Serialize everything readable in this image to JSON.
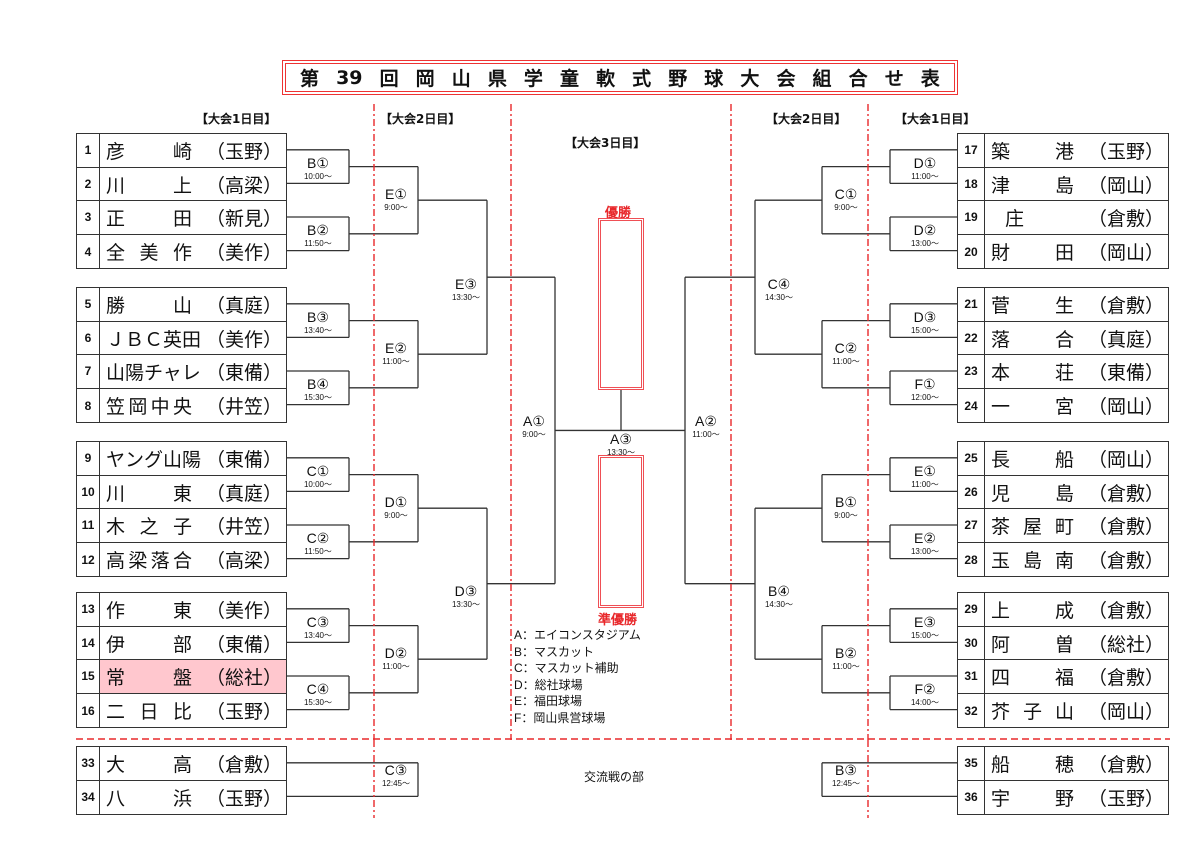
{
  "title_chars": [
    "第",
    "39",
    "回",
    "岡",
    "山",
    "県",
    "学",
    "童",
    "軟",
    "式",
    "野",
    "球",
    "大",
    "会",
    "組",
    "合",
    "せ",
    "表"
  ],
  "day_labels": {
    "left_day1": "【大会1日目】",
    "left_day2": "【大会2日目】",
    "center_day3": "【大会3日目】",
    "right_day2": "【大会2日目】",
    "right_day1": "【大会1日目】"
  },
  "prizes": {
    "champion": "優勝",
    "runner_up": "準優勝"
  },
  "teams_left": [
    {
      "no": "1",
      "name": [
        "彦",
        "崎"
      ],
      "area": "（玉野）"
    },
    {
      "no": "2",
      "name": [
        "川",
        "上"
      ],
      "area": "（高梁）"
    },
    {
      "no": "3",
      "name": [
        "正",
        "田"
      ],
      "area": "（新見）"
    },
    {
      "no": "4",
      "name": [
        "全",
        "美",
        "作"
      ],
      "area": "（美作）"
    },
    {
      "no": "5",
      "name": [
        "勝",
        "山"
      ],
      "area": "（真庭）"
    },
    {
      "no": "6",
      "name": [
        "Ｊ",
        "Ｂ",
        "Ｃ",
        "英田"
      ],
      "area": "（美作）"
    },
    {
      "no": "7",
      "name": [
        "山陽チャレ"
      ],
      "area": "（東備）"
    },
    {
      "no": "8",
      "name": [
        "笠",
        "岡",
        "中",
        "央"
      ],
      "area": "（井笠）"
    },
    {
      "no": "9",
      "name": [
        "ヤング山陽"
      ],
      "area": "（東備）"
    },
    {
      "no": "10",
      "name": [
        "川",
        "東"
      ],
      "area": "（真庭）"
    },
    {
      "no": "11",
      "name": [
        "木",
        "之",
        "子"
      ],
      "area": "（井笠）"
    },
    {
      "no": "12",
      "name": [
        "高",
        "梁",
        "落",
        "合"
      ],
      "area": "（高梁）"
    },
    {
      "no": "13",
      "name": [
        "作",
        "東"
      ],
      "area": "（美作）"
    },
    {
      "no": "14",
      "name": [
        "伊",
        "部"
      ],
      "area": "（東備）"
    },
    {
      "no": "15",
      "name": [
        "常",
        "盤"
      ],
      "area": "（総社）",
      "highlight": "#ffc7ce"
    },
    {
      "no": "16",
      "name": [
        "二",
        "日",
        "比"
      ],
      "area": "（玉野）"
    }
  ],
  "teams_right": [
    {
      "no": "17",
      "name": [
        "築",
        "港"
      ],
      "area": "（玉野）"
    },
    {
      "no": "18",
      "name": [
        "津",
        "島"
      ],
      "area": "（岡山）"
    },
    {
      "no": "19",
      "name": [
        "庄"
      ],
      "area": "（倉敷）"
    },
    {
      "no": "20",
      "name": [
        "財",
        "田"
      ],
      "area": "（岡山）"
    },
    {
      "no": "21",
      "name": [
        "菅",
        "生"
      ],
      "area": "（倉敷）"
    },
    {
      "no": "22",
      "name": [
        "落",
        "合"
      ],
      "area": "（真庭）"
    },
    {
      "no": "23",
      "name": [
        "本",
        "荘"
      ],
      "area": "（東備）"
    },
    {
      "no": "24",
      "name": [
        "一",
        "宮"
      ],
      "area": "（岡山）"
    },
    {
      "no": "25",
      "name": [
        "長",
        "船"
      ],
      "area": "（岡山）"
    },
    {
      "no": "26",
      "name": [
        "児",
        "島"
      ],
      "area": "（倉敷）"
    },
    {
      "no": "27",
      "name": [
        "茶",
        "屋",
        "町"
      ],
      "area": "（倉敷）"
    },
    {
      "no": "28",
      "name": [
        "玉",
        "島",
        "南"
      ],
      "area": "（倉敷）"
    },
    {
      "no": "29",
      "name": [
        "上",
        "成"
      ],
      "area": "（倉敷）"
    },
    {
      "no": "30",
      "name": [
        "阿",
        "曽"
      ],
      "area": "（総社）"
    },
    {
      "no": "31",
      "name": [
        "四",
        "福"
      ],
      "area": "（倉敷）"
    },
    {
      "no": "32",
      "name": [
        "芥",
        "子",
        "山"
      ],
      "area": "（岡山）"
    }
  ],
  "exchange_left": [
    {
      "no": "33",
      "name": [
        "大",
        "高"
      ],
      "area": "（倉敷）"
    },
    {
      "no": "34",
      "name": [
        "八",
        "浜"
      ],
      "area": "（玉野）"
    }
  ],
  "exchange_right": [
    {
      "no": "35",
      "name": [
        "船",
        "穂"
      ],
      "area": "（倉敷）"
    },
    {
      "no": "36",
      "name": [
        "宇",
        "野"
      ],
      "area": "（玉野）"
    }
  ],
  "exchange_label": "交流戦の部",
  "matches": {
    "L_B1": {
      "id": "B①",
      "time": "10:00～"
    },
    "L_B2": {
      "id": "B②",
      "time": "11:50～"
    },
    "L_B3": {
      "id": "B③",
      "time": "13:40～"
    },
    "L_B4": {
      "id": "B④",
      "time": "15:30～"
    },
    "L_C1": {
      "id": "C①",
      "time": "10:00～"
    },
    "L_C2": {
      "id": "C②",
      "time": "11:50～"
    },
    "L_C3": {
      "id": "C③",
      "time": "13:40～"
    },
    "L_C4": {
      "id": "C④",
      "time": "15:30～"
    },
    "L_E1": {
      "id": "E①",
      "time": "9:00～"
    },
    "L_E2": {
      "id": "E②",
      "time": "11:00～"
    },
    "L_D1": {
      "id": "D①",
      "time": "9:00～"
    },
    "L_D2": {
      "id": "D②",
      "time": "11:00～"
    },
    "L_E3": {
      "id": "E③",
      "time": "13:30～"
    },
    "L_D3": {
      "id": "D③",
      "time": "13:30～"
    },
    "A1": {
      "id": "A①",
      "time": "9:00～"
    },
    "A2": {
      "id": "A②",
      "time": "11:00～"
    },
    "A3": {
      "id": "A③",
      "time": "13:30～"
    },
    "R_D1": {
      "id": "D①",
      "time": "11:00～"
    },
    "R_D2": {
      "id": "D②",
      "time": "13:00～"
    },
    "R_D3": {
      "id": "D③",
      "time": "15:00～"
    },
    "R_F1": {
      "id": "F①",
      "time": "12:00～"
    },
    "R_E1": {
      "id": "E①",
      "time": "11:00～"
    },
    "R_E2": {
      "id": "E②",
      "time": "13:00～"
    },
    "R_E3": {
      "id": "E③",
      "time": "15:00～"
    },
    "R_F2": {
      "id": "F②",
      "time": "14:00～"
    },
    "R_C1": {
      "id": "C①",
      "time": "9:00～"
    },
    "R_C2": {
      "id": "C②",
      "time": "11:00～"
    },
    "R_B1": {
      "id": "B①",
      "time": "9:00～"
    },
    "R_B2": {
      "id": "B②",
      "time": "11:00～"
    },
    "R_C4": {
      "id": "C④",
      "time": "14:30～"
    },
    "R_B4": {
      "id": "B④",
      "time": "14:30～"
    },
    "X_C3": {
      "id": "C③",
      "time": "12:45～"
    },
    "X_B3": {
      "id": "B③",
      "time": "12:45～"
    }
  },
  "venues": [
    "A：エイコンスタジアム",
    "B：マスカット",
    "C：マスカット補助",
    "D：総社球場",
    "E：福田球場",
    "F：岡山県営球場"
  ],
  "colors": {
    "guide_red": "#e8282b",
    "highlight": "#ffc7ce",
    "line": "#333333"
  }
}
